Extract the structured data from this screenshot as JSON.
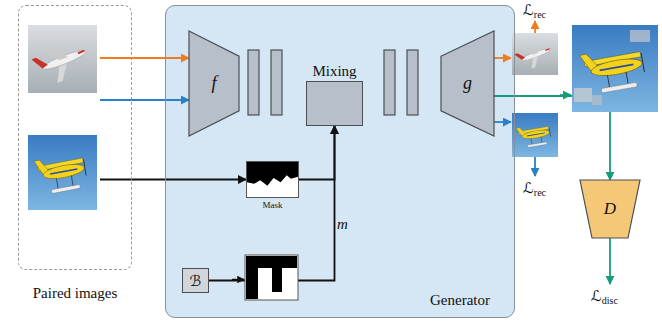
{
  "diagram": {
    "nodes": [
      {
        "text": [
          "Paired images"
        ]
      },
      {
        "text": [
          "Generator"
        ]
      },
      {
        "text": [
          "f"
        ],
        "in": 1
      },
      {
        "text": [
          "Mixing"
        ],
        "in": 1
      },
      {
        "text": [
          "g"
        ],
        "in": 1
      },
      {
        "text": [
          "Mask"
        ],
        "in": 1
      },
      {
        "text": [
          "ℬ"
        ],
        "in": 1
      },
      {
        "text": [
          "D"
        ]
      }
    ],
    "edges": [
      {
        "from": 0,
        "to": 2,
        "arrow": "to"
      },
      {
        "from": 0,
        "to": 2,
        "arrow": "to"
      },
      {
        "from": 0,
        "to": 5,
        "arrow": "to"
      },
      {
        "from": 5,
        "to": 3,
        "arrow": "to"
      },
      {
        "from": 6,
        "to": 3,
        "arrow": "to"
      },
      {
        "from": 4,
        "to": 7,
        "arrow": "to"
      }
    ],
    "labels": [
      "m",
      "ℒrec",
      "ℒrec",
      "ℒdisc"
    ]
  }
}
